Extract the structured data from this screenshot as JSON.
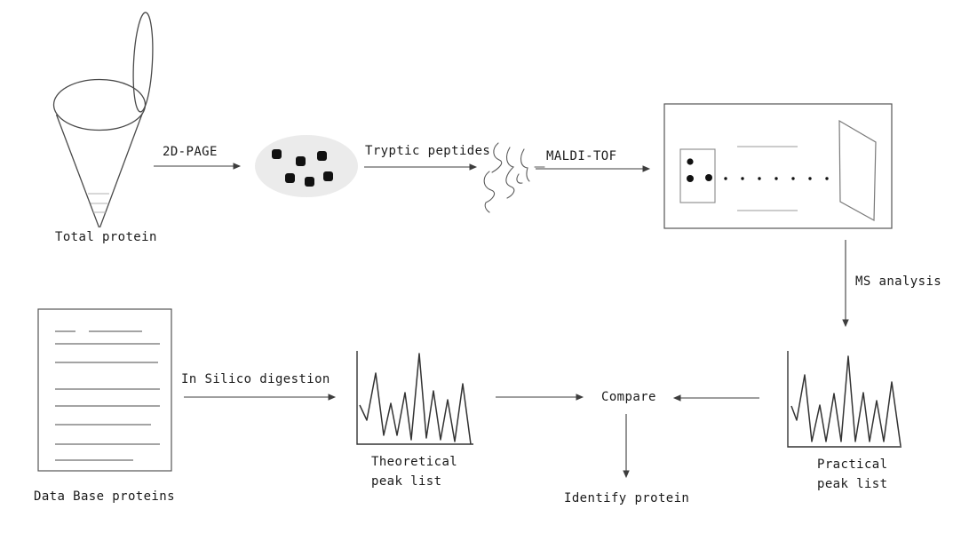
{
  "colors": {
    "outline": "#4a4a4a",
    "light_line": "#999999",
    "doc_line": "#6e6e6e",
    "gel_fill": "#ebebeb",
    "spot_fill": "#111111",
    "text": "#1a1a1a"
  },
  "labels": {
    "total_protein": "Total protein",
    "stage_2d_page": "2D-PAGE",
    "tryptic_peptides": "Tryptic peptides",
    "maldi_tof": "MALDI-TOF",
    "ms_analysis": "MS analysis",
    "data_base_proteins": "Data Base proteins",
    "in_silico_digestion": "In Silico digestion",
    "theoretical_peak_list": "Theoretical\npeak list",
    "compare": "Compare",
    "identify_protein": "Identify protein",
    "practical_peak_list": "Practical\npeak list"
  },
  "icons": {
    "tube": "conical-tube-icon",
    "gel": "gel-spots-icon",
    "peptides": "peptide-squiggles-icon",
    "instrument": "maldi-tof-instrument-icon",
    "document": "database-document-icon"
  },
  "chart_data": [
    {
      "type": "line",
      "title": "Theoretical peak list",
      "xlabel": "",
      "ylabel": "",
      "axis_ticks": "none",
      "peak_relative_heights": [
        0.75,
        0.43,
        0.55,
        0.96,
        0.57,
        0.47,
        0.64
      ],
      "points": [
        [
          3,
          62
        ],
        [
          11,
          79
        ],
        [
          21,
          26
        ],
        [
          30,
          96
        ],
        [
          38,
          60
        ],
        [
          45,
          96
        ],
        [
          54,
          48
        ],
        [
          61,
          101
        ],
        [
          70,
          4
        ],
        [
          78,
          99
        ],
        [
          86,
          46
        ],
        [
          94,
          101
        ],
        [
          102,
          56
        ],
        [
          110,
          103
        ],
        [
          119,
          38
        ],
        [
          128,
          106
        ]
      ]
    },
    {
      "type": "line",
      "title": "Practical peak list",
      "xlabel": "",
      "ylabel": "",
      "axis_ticks": "none",
      "peak_relative_heights": [
        0.74,
        0.43,
        0.55,
        0.93,
        0.55,
        0.47,
        0.66
      ],
      "points": [
        [
          4,
          64
        ],
        [
          10,
          80
        ],
        [
          19,
          29
        ],
        [
          27,
          104
        ],
        [
          36,
          63
        ],
        [
          43,
          104
        ],
        [
          52,
          50
        ],
        [
          60,
          104
        ],
        [
          68,
          8
        ],
        [
          76,
          104
        ],
        [
          85,
          49
        ],
        [
          92,
          104
        ],
        [
          100,
          58
        ],
        [
          108,
          104
        ],
        [
          117,
          37
        ],
        [
          127,
          109
        ]
      ]
    }
  ]
}
